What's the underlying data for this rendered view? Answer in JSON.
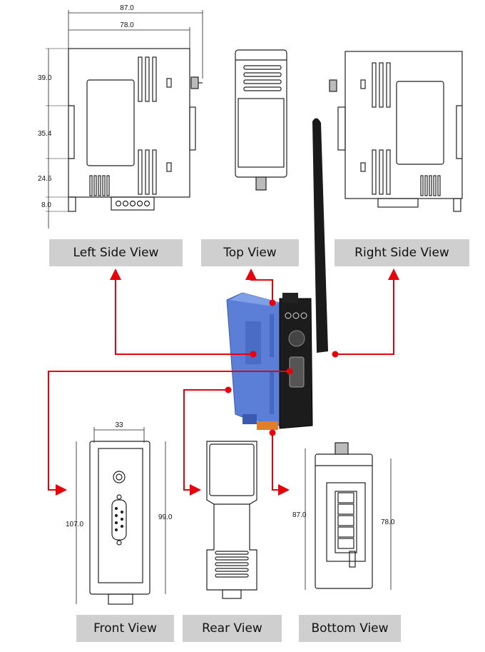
{
  "views": {
    "left_side": "Left Side View",
    "top": "Top View",
    "right_side": "Right Side View",
    "front": "Front View",
    "rear": "Rear View",
    "bottom": "Bottom View"
  },
  "dimensions": {
    "left_width_total": "87.0",
    "left_width_body": "78.0",
    "left_h1": "39.0",
    "left_h2": "35.4",
    "left_h3": "24.6",
    "left_h4": "8.0",
    "front_width": "33",
    "front_height_outer": "107.0",
    "front_height_inner": "99.0",
    "bottom_left": "87.0",
    "bottom_right": "78.0"
  },
  "colors": {
    "device_blue": "#5b7fd6",
    "device_black": "#1c1c1c",
    "arrow_red": "#e8000a",
    "label_gray": "#cfcfcf"
  }
}
